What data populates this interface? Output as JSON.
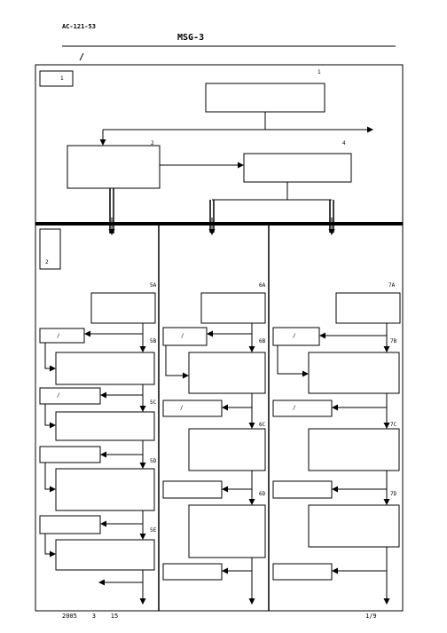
{
  "header": {
    "doc_id": "AC-121-53",
    "title": "MSG-3",
    "slash_note": "/"
  },
  "flowchart": {
    "level1": {
      "tag": "1",
      "number": "1",
      "branch_2": "2",
      "branch_4": "4"
    },
    "level2": {
      "tag": "2"
    },
    "columns": [
      {
        "id": "5",
        "steps": [
          "5A",
          "5B",
          "5C",
          "5D",
          "5E"
        ],
        "side_labels": [
          "/",
          "/"
        ]
      },
      {
        "id": "6",
        "steps": [
          "6A",
          "6B",
          "6C",
          "6D"
        ],
        "side_labels": [
          "/",
          "/"
        ]
      },
      {
        "id": "7",
        "steps": [
          "7A",
          "7B",
          "7C",
          "7D"
        ],
        "side_labels": [
          "/",
          "/"
        ]
      }
    ]
  },
  "footer": {
    "date": "2005    3    15",
    "page": "1/9"
  }
}
